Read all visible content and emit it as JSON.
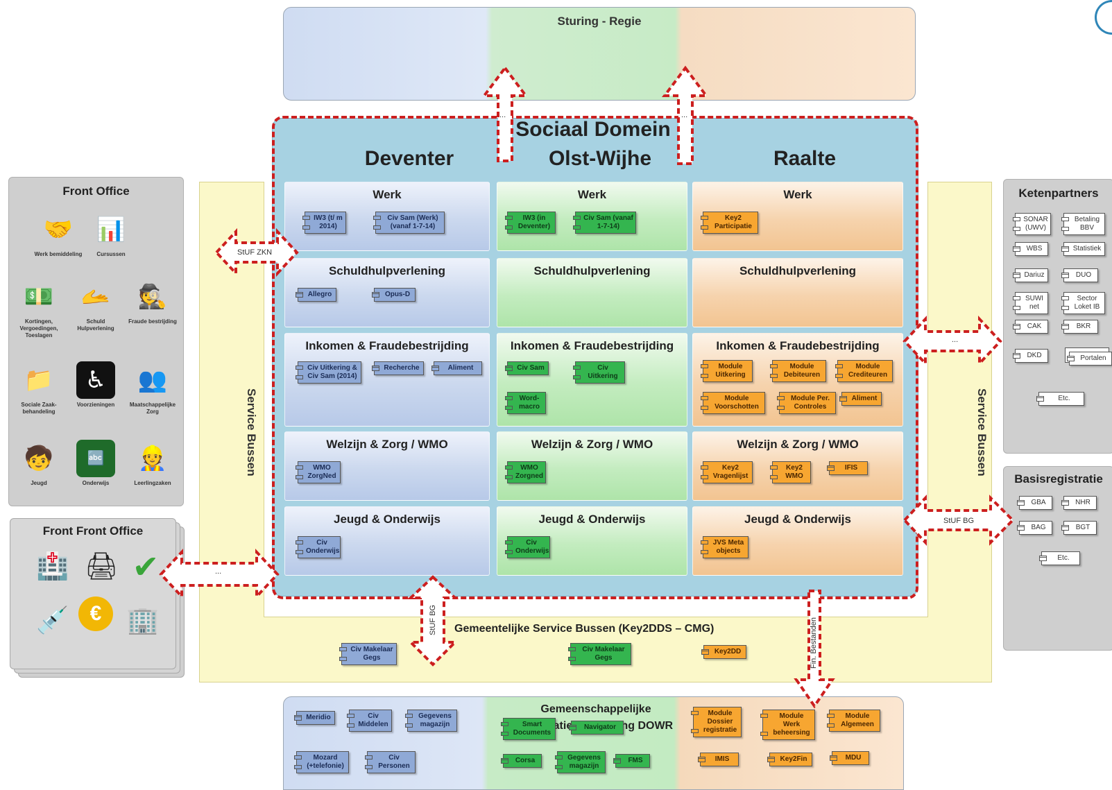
{
  "sturing": {
    "title": "Sturing - Regie"
  },
  "sociaal_domein": {
    "title": "Sociaal Domein",
    "columns": [
      "Deventer",
      "Olst-Wijhe",
      "Raalte"
    ],
    "rows": [
      {
        "label": "Werk",
        "deventer": [
          "IW3 (t/ m 2014)",
          "Civ Sam (Werk) (vanaf 1-7-14)"
        ],
        "olst": [
          "IW3 (in Deventer)",
          "Civ Sam (vanaf 1-7-14)"
        ],
        "raalte": [
          "Key2 Participatie"
        ]
      },
      {
        "label": "Schuldhulpverlening",
        "deventer": [
          "Allegro",
          "Opus-D"
        ],
        "olst": [],
        "raalte": []
      },
      {
        "label": "Inkomen & Fraudebestrijding",
        "deventer": [
          "Civ Uitkering & Civ Sam (2014)",
          "Recherche",
          "Aliment"
        ],
        "olst": [
          "Civ Sam",
          "Civ Uitkering",
          "Word-macro"
        ],
        "raalte": [
          "Module Uitkering",
          "Module Debiteuren",
          "Module Crediteuren",
          "Module Voorschotten",
          "Module Per. Controles",
          "Aliment"
        ]
      },
      {
        "label": "Welzijn & Zorg / WMO",
        "deventer": [
          "WMO ZorgNed"
        ],
        "olst": [
          "WMO Zorgned"
        ],
        "raalte": [
          "Key2 Vragenlijst",
          "Key2 WMO",
          "IFIS"
        ]
      },
      {
        "label": "Jeugd & Onderwijs",
        "deventer": [
          "Civ Onderwijs"
        ],
        "olst": [
          "Civ Onderwijs"
        ],
        "raalte": [
          "JVS Meta objects"
        ]
      }
    ]
  },
  "front_office": {
    "title": "Front Office",
    "items": [
      {
        "label": "Werk bemiddeling",
        "icon": "handshake-icon",
        "glyph": "🤝"
      },
      {
        "label": "Cursussen",
        "icon": "presentation-icon",
        "glyph": "📊"
      },
      {
        "label": "Kortingen, Vergoedingen, Toeslagen",
        "icon": "money-icon",
        "glyph": "💵"
      },
      {
        "label": "Schuld Hulpverlening",
        "icon": "helping-hand-icon",
        "glyph": "🫴"
      },
      {
        "label": "Fraude bestrijding",
        "icon": "detective-icon",
        "glyph": "🕵"
      },
      {
        "label": "Sociale Zaak-behandeling",
        "icon": "folder-blocks-icon",
        "glyph": "📁"
      },
      {
        "label": "Voorzieningen",
        "icon": "wheelchair-icon",
        "glyph": "♿"
      },
      {
        "label": "Maatschappelijke Zorg",
        "icon": "people-icon",
        "glyph": "👥"
      },
      {
        "label": "Jeugd",
        "icon": "child-icon",
        "glyph": "🧒"
      },
      {
        "label": "Onderwijs",
        "icon": "chalkboard-icon",
        "glyph": "🔤"
      },
      {
        "label": "Leerlingzaken",
        "icon": "student-warning-icon",
        "glyph": "👷"
      }
    ]
  },
  "front_front_office": {
    "title": "Front Front Office",
    "icons": [
      {
        "name": "building-icon",
        "glyph": "🏥"
      },
      {
        "name": "cash-register-icon",
        "glyph": "🖨"
      },
      {
        "name": "checkmark-icon",
        "glyph": "✔"
      },
      {
        "name": "syringe-icon",
        "glyph": "💉"
      },
      {
        "name": "euro-coin-icon",
        "glyph": "€"
      },
      {
        "name": "office-building-icon",
        "glyph": "🏢"
      }
    ]
  },
  "ketenpartners": {
    "title": "Ketenpartners",
    "items": [
      "SONAR (UWV)",
      "Betaling BBV",
      "WBS",
      "Statistiek",
      "Dariuz",
      "DUO",
      "SUWI net",
      "Sector Loket IB",
      "CAK",
      "BKR",
      "DKD",
      "Portalen",
      "Etc."
    ]
  },
  "basisregistratie": {
    "title": "Basisregistratie",
    "items": [
      "GBA",
      "NHR",
      "BAG",
      "BGT",
      "Etc."
    ]
  },
  "service_bussen": {
    "left": "Service Bussen",
    "right": "Service Bussen"
  },
  "gemeentelijke_bus": {
    "title": "Gemeentelijke Service Bussen (Key2DDS – CMG)",
    "items": [
      "Civ Makelaar Gegs",
      "Civ Makelaar Gegs",
      "Key2DD"
    ]
  },
  "interfaces": {
    "stuf_zkn": "StUF ZKN",
    "stuf_bg_bottom": "StUF BG",
    "stuf_bg_right": "StUF BG",
    "fin_bestanden": "Fin. Bestanden",
    "ellipsis": "..."
  },
  "gemeenschappelijk": {
    "title": "Gemeenschappelijke Informatievoorziening DOWR",
    "blue": [
      "Meridio",
      "Civ Middelen",
      "Gegevens magazijn",
      "Mozard (+telefonie)",
      "Civ Personen"
    ],
    "green": [
      "Smart Documents",
      "Navigator",
      "Corsa",
      "Gegevens magazijn",
      "FMS"
    ],
    "orange": [
      "Module Dossier registratie",
      "Module Werk beheersing",
      "Module Algemeen",
      "IMIS",
      "Key2Fin",
      "MDU"
    ]
  },
  "colors": {
    "dashed_border": "#cc1f1f",
    "blue_component": "#8fa9d6",
    "green_component": "#34b54f",
    "orange_component": "#f7a631"
  }
}
